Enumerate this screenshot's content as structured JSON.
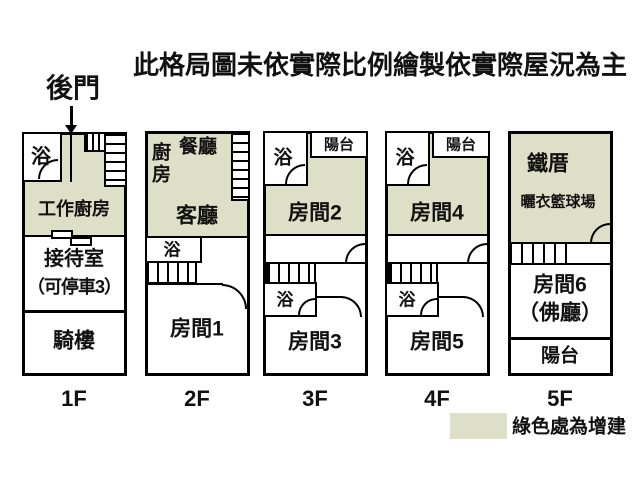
{
  "title": "此格局圖未依實際比例繪製依實際屋況為主",
  "back_door": {
    "label": "後門"
  },
  "legend": {
    "text": "綠色處為增建",
    "green_hex": "#dde0c6"
  },
  "floors": {
    "f1": {
      "label": "1F",
      "bath": "浴",
      "work_kitchen": "工作廚房",
      "reception": "接待室",
      "parking": "（可停車3）",
      "arcade": "騎樓"
    },
    "f2": {
      "label": "2F",
      "kitchen": "廚房",
      "dining": "餐廳",
      "living": "客廳",
      "bath": "浴",
      "room1": "房間1"
    },
    "f3": {
      "label": "3F",
      "bath_top": "浴",
      "balcony": "陽台",
      "room2": "房間2",
      "bath_mid": "浴",
      "room3": "房間3"
    },
    "f4": {
      "label": "4F",
      "bath_top": "浴",
      "balcony": "陽台",
      "room4": "房間4",
      "bath_mid": "浴",
      "room5": "房間5"
    },
    "f5": {
      "label": "5F",
      "iron_shed": "鐵厝",
      "drying_court": "曬衣籃球場",
      "room6": "房間6",
      "buddha_hall": "（佛廳）",
      "balcony": "陽台"
    }
  }
}
